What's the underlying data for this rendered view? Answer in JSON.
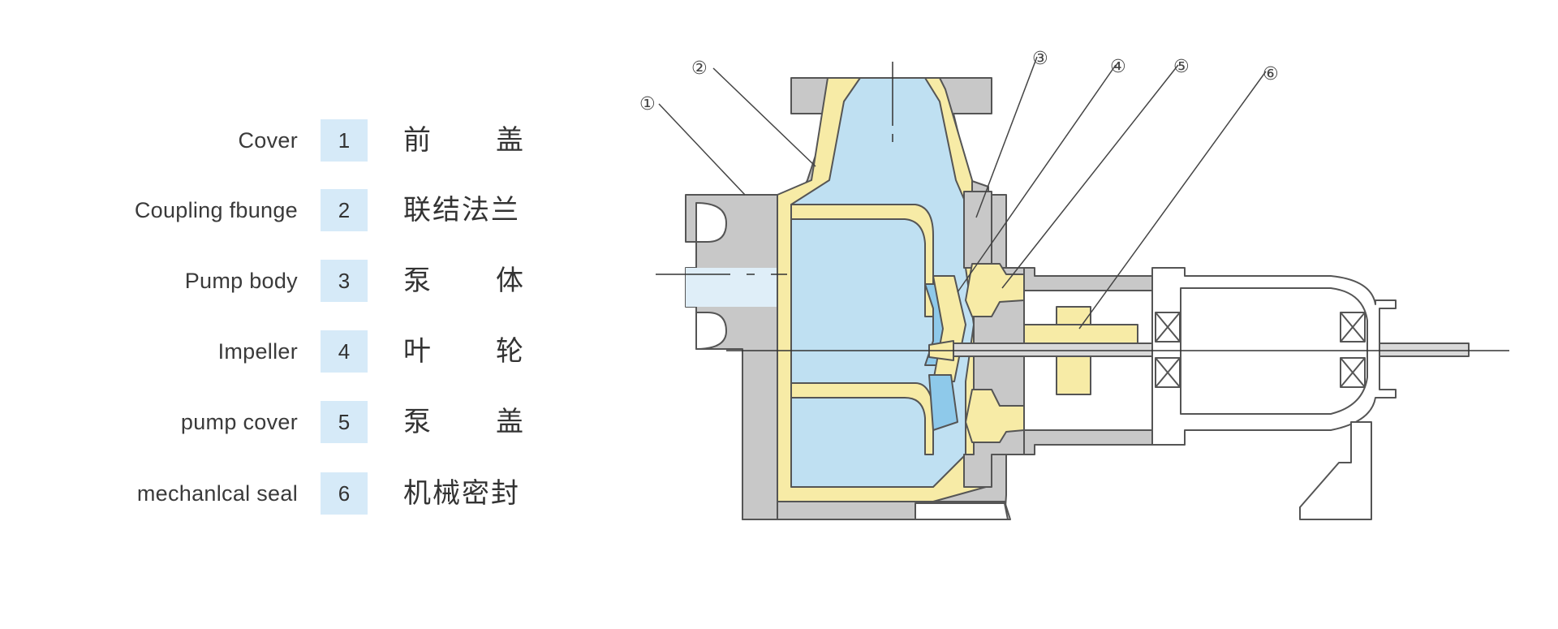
{
  "legend": {
    "items": [
      {
        "number": "1",
        "english": "Cover",
        "chinese": "前 盖"
      },
      {
        "number": "2",
        "english": "Coupling fbunge",
        "chinese": "联结法兰"
      },
      {
        "number": "3",
        "english": "Pump body",
        "chinese": "泵 体"
      },
      {
        "number": "4",
        "english": "Impeller",
        "chinese": "叶 轮"
      },
      {
        "number": "5",
        "english": "pump cover",
        "chinese": "泵 盖"
      },
      {
        "number": "6",
        "english": "mechanlcal seal",
        "chinese": "机械密封"
      }
    ]
  },
  "callouts": [
    "①",
    "②",
    "③",
    "④",
    "⑤",
    "⑥"
  ],
  "colors": {
    "casing_gray": "#c8c8c8",
    "liner_yellow": "#f7eba6",
    "fluid_blue": "#bfe0f2",
    "number_box": "#d6eaf8",
    "outline": "#555555"
  }
}
